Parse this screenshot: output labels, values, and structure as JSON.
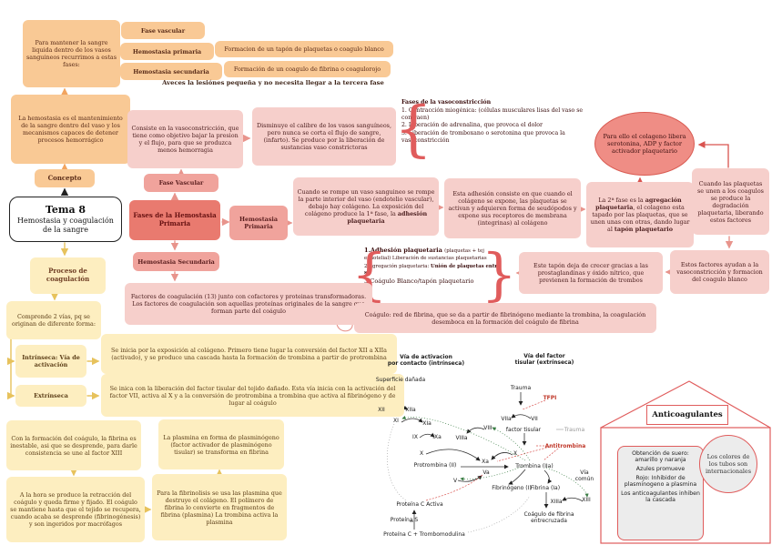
{
  "colors": {
    "naranja": "#f9c995",
    "amarillo": "#fdeec0",
    "rosa_claro": "#f6cfcb",
    "rosa_medio": "#f0a39c",
    "salmon": "#e97a6f",
    "rojo_linea": "#e05c5c"
  },
  "intro": {
    "mantener": "Para mantener la sangre liquida dentro de los vasos sanguineos recurrimos a estas fases:",
    "definicion": "La hemostasia es el mantenimiento de la sangre dentro del vaso y los mecanismos capaces de detener procesos hemorrágico",
    "concepto": "Concepto",
    "tema": "Tema 8",
    "tema_sub": "Hemostasia y coagulación de la sangre"
  },
  "fases_lista": {
    "fase_vascular": "Fase vascular",
    "hemostasia_primaria": "Hemostasia primaria",
    "hemostasia_secundaria": "Hemostasia secundaria",
    "tapon_blanco": "Formacion de un tapón de plaquetas o coagulo blanco",
    "coagulo_rojo": "Formación de un coagulo de fibrina o coagulorojo",
    "nota": "Aveces la lesiónes pequeña y no necesita llegar a la tercera fase"
  },
  "fase_vascular": {
    "consiste": "Consiste en la vasoconstricción, que tiene como objetivo bajar la presion y el flujo, para que se produzca menos hemorragia",
    "disminuye": "Disminuye el calibre de los vasos sanguíneos, pero nunca se corta el flujo de sangre, (infarto). Se produce por la liberación de sustancias vaso constrictoras",
    "fases_titulo": "Fases de la vasoconstricción",
    "fases": [
      "1. Contracción miogénica: (células musculares lisas del vaso se contraen)",
      "2. Liberación de adrenalina, que provoca el dolor",
      "3. Liberación de tromboxano o serotonina que provoca la vasoconstricción"
    ],
    "colageno_libera": "Para ello el colageno libera serotonina, ADP y factor activador plaquetario"
  },
  "hemostasia_primaria": {
    "fase_vascular_tag": "Fase Vascular",
    "nodo": "Fases de la Hemostasia Primaria",
    "primaria_tag": "Hemostasia Primaria",
    "secundaria_tag": "Hemostasia Secundaria",
    "rompe_t": "Cuando se rompe un vaso sanguineo se rompe la parte interior del vaso (endotelio vascular), debajo hay colágeno. La exposición del colágeno produce la 1ª fase, la ",
    "rompe_b": "adhesión plaquetaria",
    "adhesion": "Esta adhesión consiste en que cuando el colágeno se expone, las plaquetas se activan y adquieren forma de seudópodos y expone sus receptores de membrana (integrinas) al colágeno",
    "fase2_t1": "La 2ª fase es la ",
    "fase2_b1": "agregación plaquetaria",
    "fase2_t2": ", el colageno esta tapado por las plaquetas, que se unen unas con otras, dando lugar al ",
    "fase2_b2": "tapón plaquetario",
    "degradacion": "Cuando las plaquetas se unen a los coagulos se produce la degradación plaquetaria, liberando estos factores",
    "factores_ayudan": "Estos factores ayudan a la vasoconstricción y formacion del coagulo blanco",
    "tapon_crecer": "Este tapón deja de crecer gracias a las prostaglandinas y óxido nítrico, que previenen la formación de trombos",
    "lista_1b": "1.Adhesión plaquetaria ",
    "lista_1t": "(plaquetas + tej endotelial) Liberación de sustancias plaquetarias",
    "lista_2t": "2.Agregación plaquetaria: ",
    "lista_2b": "Unión de plaquetas entre sí",
    "lista_3": "3.Coágulo Blanco/tapón plaquetario"
  },
  "hemostasia_secundaria": {
    "factores": "Factores de coagulación (13) junto con cofactores y proteinas transformadoras. Los factores de coagulación son aquellas proteínas originales de la sangre que forman parte del coágulo",
    "coagulo": "Coágulo: red de fibrina, que se da a partir de fibrinógeno mediante la trombina, la coagulación desemboca en la formación del coágulo de fibrina"
  },
  "proceso": {
    "titulo": "Proceso de coagulación",
    "comprende": "Comprende 2 vías, pq se originan de diferente forma:",
    "intrinseca": "Intrínseca: Vía de activación",
    "extrinseca": "Extrínseca",
    "via_intrinseca": "Se inicia por la exposición al colágeno. Primero tiene lugar la conversión del factor XII a XIIa (activado), y se produce una cascada hasta la formación de trombina a partir de protrombina",
    "via_extrinseca": "Se inica con la liberación del factor tisular del tejido dañado. Esta vía inicia con la activación del factor VII, activa al X y a la conversión de protrombina a trombina que activa al fibrinógeno y de lugar al coágulo",
    "fibrina_inestable": "Con la formación del coágulo, la fibrina es inestable, asi que se desprende, para darle consistencia se une al factor XIII",
    "retraccion": "A la hora se produce la retracción del coágulo y queda firme y fijado. El coágulo se mantiene hasta que el tejido se recupera, cuando acaba se desprende (fibrinogénesis) y son ingeridos por macrófagos",
    "plasmina": "La plasmina en forma de plasminógeno (factor activador de plasminógeno tisular) se transforma en fibrina",
    "fibrinolisis": "Para la fibrinolisis se usa las plasmina que destruye el colágeno. El polímero de fibrina lo convierte en fragmentos de fibrina (plasmina) La trombina activa la plasmina"
  },
  "cascada": {
    "titulo_intrinseca": "Vía de activacion\npor contacto (intrínseca)",
    "titulo_extrinseca": "Vía del factor\ntisular (extrínseca)",
    "superficie": "Superficie dañada",
    "trauma": "Trauma",
    "tfpi": "TFPI",
    "xii": "XII",
    "xiia": "XIIa",
    "xi": "XI",
    "xia": "XIa",
    "ix": "IX",
    "ixa": "IXa",
    "viiia": "VIIIa",
    "viii": "VIII",
    "viia": "VIIa",
    "vii": "VII",
    "factor_tisular": "factor tisular",
    "trauma2": "Trauma",
    "antitrombina": "Antitrombina",
    "x1": "X",
    "x2": "X",
    "protrombina": "Protrombina (II)",
    "xa": "Xa",
    "va": "Va",
    "v": "V",
    "trombina": "Trombina (IIa)",
    "via_comun": "Vía\ncomún",
    "fibrinogeno": "Fibrinógeno (I)",
    "fibrina": "Fibrina (Ia)",
    "xiiia": "XIIIa",
    "xiii": "XIII",
    "coagulo": "Coágulo de fibrina\nentrecruzada",
    "prot_c_activa": "Proteína C Activa",
    "prot_s": "Proteína S",
    "prot_c_tromb": "Proteína C + Trombomodulina"
  },
  "anticoagulantes": {
    "titulo": "Anticoagulantes",
    "lineas": [
      "Obtención de suero: amarillo y naranja",
      "Azules promueve",
      "Rojo: Inhibidor de plasminogeno a plasmina",
      "Los anticoagulantes inhiben la cascada"
    ],
    "circulo": "Los colores de los tubos son internacionales"
  }
}
